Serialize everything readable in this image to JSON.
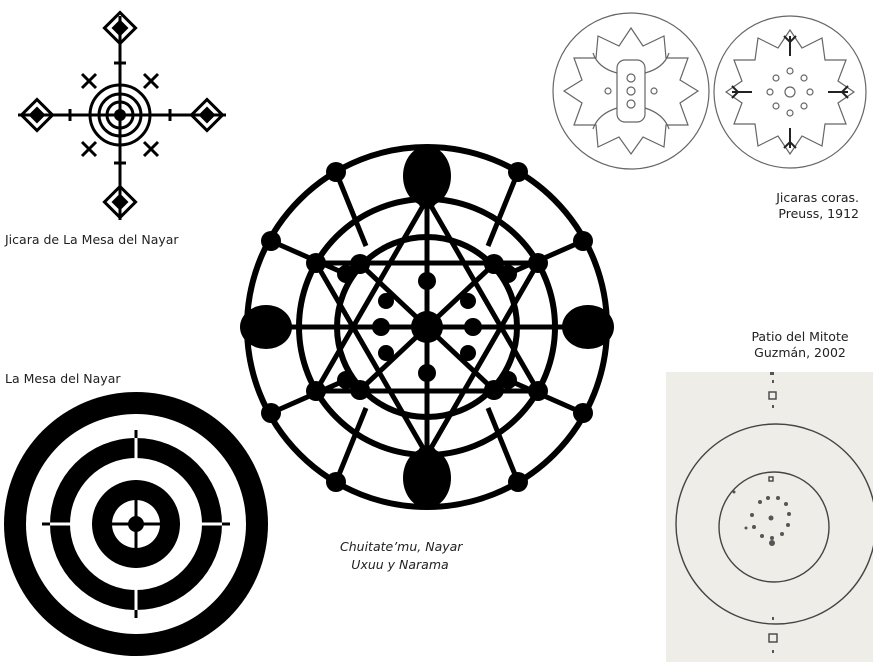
{
  "figures": {
    "jicara_mesa": {
      "caption": "Jicara de La Mesa del Nayar"
    },
    "jicaras_coras": {
      "caption_line1": "Jicaras coras.",
      "caption_line2": "Preuss, 1912"
    },
    "chuitate": {
      "caption_line1": "Chuitate’mu, Nayar",
      "caption_line2": "Uxuu y Narama"
    },
    "mesa_nayar": {
      "caption": "La Mesa del Nayar"
    },
    "patio_mitote": {
      "caption_line1": "Patio del Mitote",
      "caption_line2": "Guzmán, 2002"
    }
  },
  "colors": {
    "ink": "#000000",
    "line_gray": "#555555",
    "photo_bg": "#eeede8"
  }
}
